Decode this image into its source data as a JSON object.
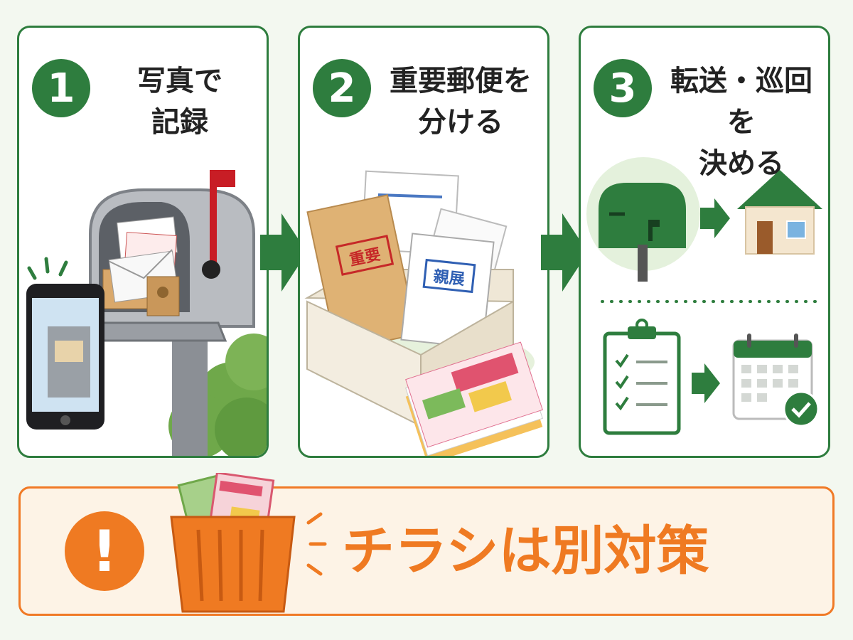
{
  "steps": [
    {
      "number": "1",
      "title_line1": "写真で",
      "title_line2": "記録"
    },
    {
      "number": "2",
      "title_line1": "重要郵便を",
      "title_line2": "分ける"
    },
    {
      "number": "3",
      "title_line1": "転送・巡回を",
      "title_line2": "決める"
    }
  ],
  "envelope_labels": {
    "important": "重要",
    "confidential": "親展"
  },
  "warning": {
    "symbol": "!",
    "text": "チラシは別対策"
  },
  "colors": {
    "green": "#2e7d3e",
    "orange": "#ef7a22",
    "cream": "#fdf3e6"
  }
}
